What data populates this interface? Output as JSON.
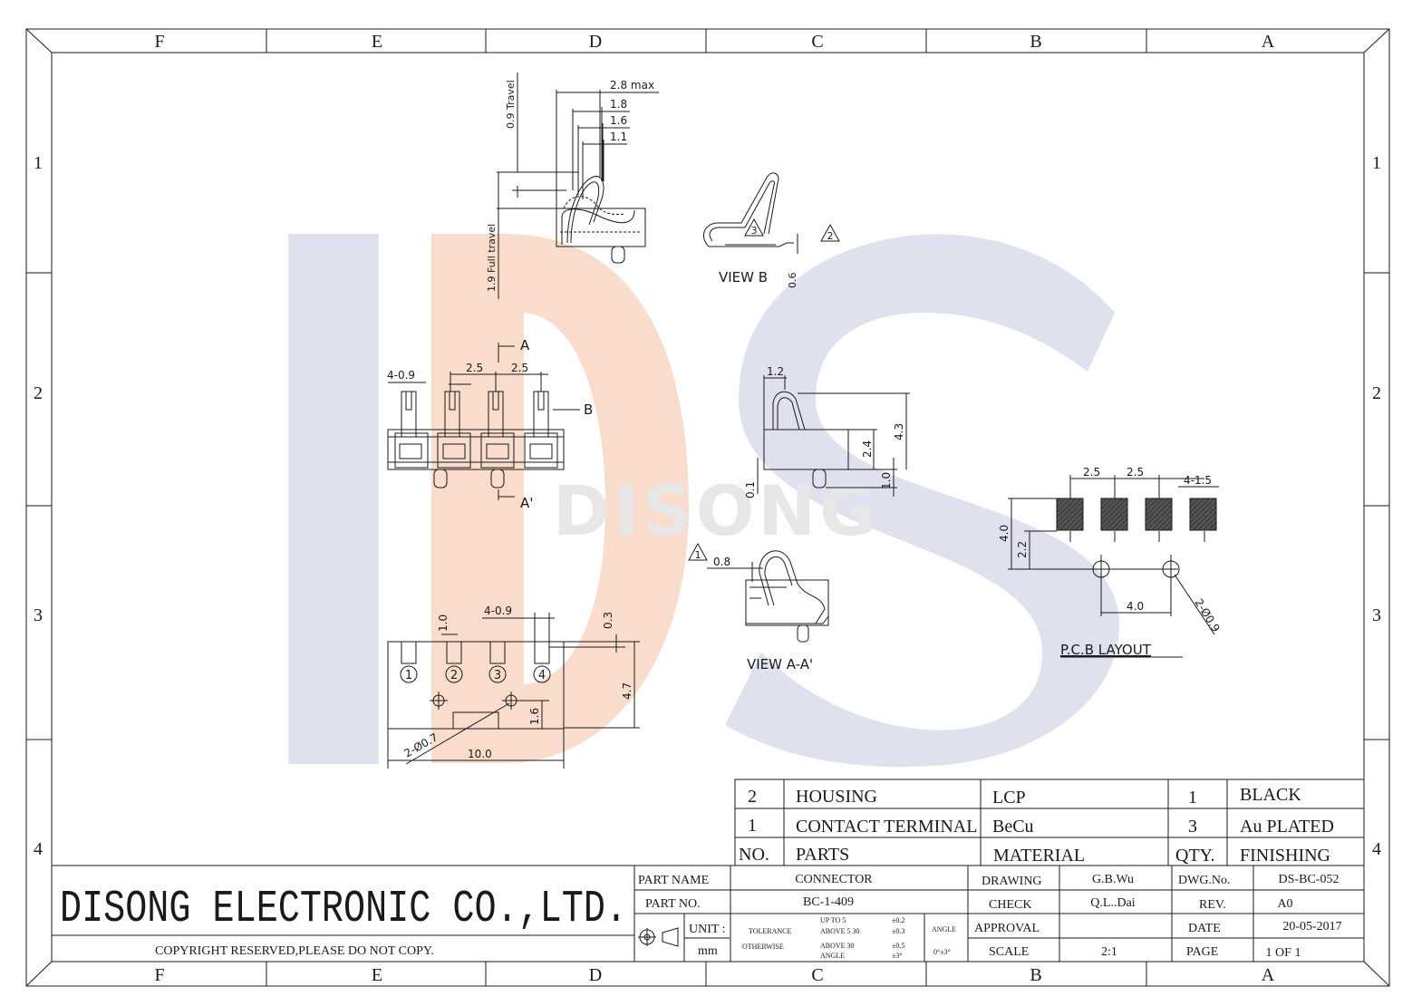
{
  "colors": {
    "line": "#1a1a1a",
    "watermark_blue": "#dfe1ef",
    "watermark_orange": "#f9dccb"
  },
  "watermark": {
    "text": "DISONG"
  },
  "border": {
    "cols": [
      "F",
      "E",
      "D",
      "C",
      "B",
      "A"
    ],
    "rows": [
      "1",
      "2",
      "3",
      "4"
    ]
  },
  "dims": {
    "top_28": "2.8 max",
    "top_18": "1.8",
    "top_16": "1.6",
    "top_11": "1.1",
    "travel_09": "0.9 Travel",
    "full_travel": "1.9 Full travel",
    "viewb_06": "0.6",
    "viewb_label": "VIEW B",
    "tri1": "1",
    "tri2": "2",
    "tri3": "3",
    "fv_409": "4-0.9",
    "fv_25a": "2.5",
    "fv_25b": "2.5",
    "arrow_a": "A",
    "arrow_b": "B",
    "arrow_a2": "A'",
    "sv_12": "1.2",
    "sv_43": "4.3",
    "sv_24": "2.4",
    "sv_10": "1.0",
    "sv_01": "0.1",
    "va_08": "0.8",
    "va_label": "VIEW A-A'",
    "bv_409": "4-0.9",
    "bv_10": "1.0",
    "bv_03": "0.3",
    "bv_47": "4.7",
    "bv_16": "1.6",
    "bv_207": "2-Ø0.7",
    "bv_100": "10.0",
    "pins": [
      "1",
      "2",
      "3",
      "4"
    ],
    "pcb_25a": "2.5",
    "pcb_25b": "2.5",
    "pcb_415": "4-1.5",
    "pcb_40v": "4.0",
    "pcb_22": "2.2",
    "pcb_40h": "4.0",
    "pcb_209": "2-Ø0.9",
    "pcb_label": "P.C.B LAYOUT"
  },
  "bom": [
    {
      "no": "2",
      "part": "HOUSING",
      "material": "LCP",
      "qty": "1",
      "finishing": "BLACK"
    },
    {
      "no": "1",
      "part": "CONTACT TERMINAL",
      "material": "BeCu",
      "qty": "3",
      "finishing": "Au PLATED"
    }
  ],
  "bom_header": {
    "no": "NO.",
    "part": "PARTS",
    "material": "MATERIAL",
    "qty": "QTY.",
    "finishing": "FINISHING"
  },
  "title_block": {
    "company": "DISONG ELECTRONIC CO.,LTD.",
    "copyright": "COPYRIGHT RESERVED,PLEASE DO NOT COPY.",
    "part_name_label": "PART NAME",
    "part_name": "CONNECTOR",
    "part_no_label": "PART NO.",
    "part_no": "BC-1-409",
    "unit_label": "UNIT :",
    "unit": "mm",
    "tolerance": "TOLERANCE",
    "otherwise": "OTHERWISE",
    "tol_r1": "UP TO 5",
    "tol_r2": "ABOVE 5  30",
    "tol_r3": "ABOVE 30",
    "tol_r4": "ANGLE",
    "tol_v1": "±0.2",
    "tol_v2": "±0.3",
    "tol_v3": "±0.5",
    "tol_v4": "±3°",
    "angle_label": "ANGLE",
    "angle_val": "0°±3°",
    "drawing_label": "DRAWING",
    "drawing": "G.B.Wu",
    "check_label": "CHECK",
    "check": "Q.L..Dai",
    "approval_label": "APPROVAL",
    "approval": "",
    "scale_label": "SCALE",
    "scale": "2:1",
    "dwg_label": "DWG.No.",
    "dwg": "DS-BC-052",
    "rev_label": "REV.",
    "rev": "A0",
    "date_label": "DATE",
    "date": "20-05-2017",
    "page_label": "PAGE",
    "page": "1 OF 1"
  }
}
